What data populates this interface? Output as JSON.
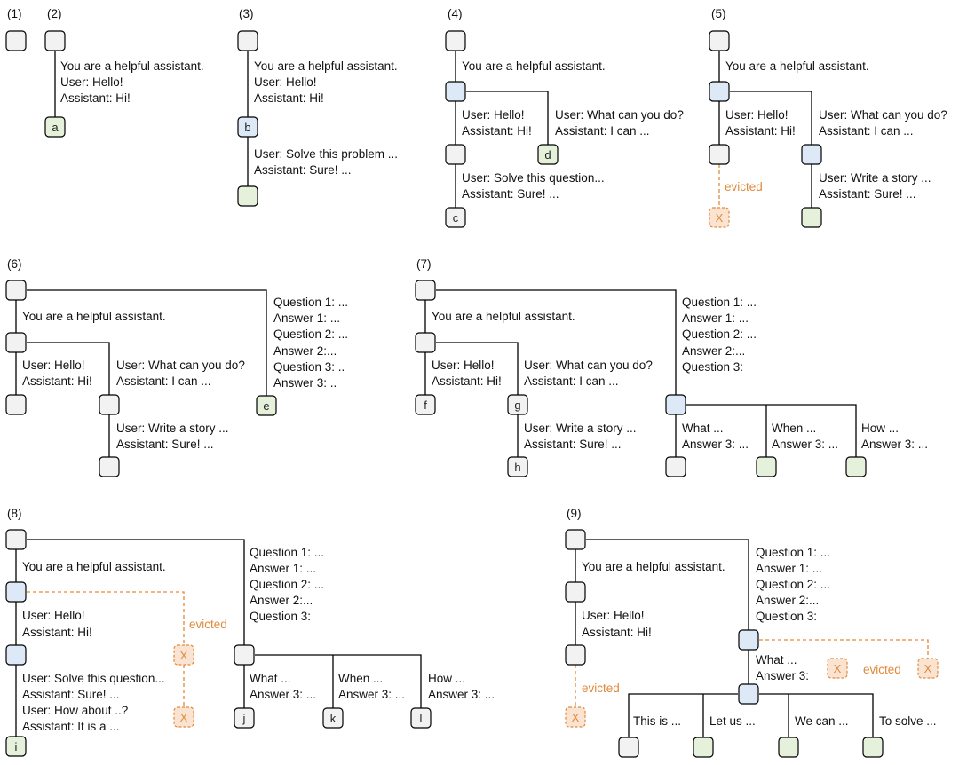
{
  "colors": {
    "node_default": "#f2f2f2",
    "node_blue": "#dde9f6",
    "node_green": "#e6f1dc",
    "node_evicted_fill": "#fbe3d2",
    "evicted_accent": "#e08a3c",
    "edge": "#000000"
  },
  "panels": [
    {
      "id": "p1",
      "label": "(1)"
    },
    {
      "id": "p2",
      "label": "(2)",
      "node_a": "a",
      "edge_text": [
        "You are a helpful assistant.",
        "User: Hello!",
        "Assistant: Hi!"
      ]
    },
    {
      "id": "p3",
      "label": "(3)",
      "node_b": "b",
      "edge_text_1": [
        "You are a helpful assistant.",
        "User: Hello!",
        "Assistant: Hi!"
      ],
      "edge_text_2": [
        "User: Solve this problem ...",
        "Assistant: Sure! ..."
      ]
    },
    {
      "id": "p4",
      "label": "(4)",
      "node_c": "c",
      "node_d": "d",
      "system": "You are a helpful assistant.",
      "left_text": [
        "User: Hello!",
        "Assistant: Hi!"
      ],
      "right_text": [
        "User: What can you do?",
        "Assistant: I can ..."
      ],
      "bottom_text": [
        "User: Solve this question...",
        "Assistant: Sure! ..."
      ]
    },
    {
      "id": "p5",
      "label": "(5)",
      "evicted": "evicted",
      "x_mark": "X",
      "system": "You are a helpful assistant.",
      "left_text": [
        "User: Hello!",
        "Assistant: Hi!"
      ],
      "right_text": [
        "User: What can you do?",
        "Assistant: I can ..."
      ],
      "right_bottom_text": [
        "User: Write a story ...",
        "Assistant: Sure! ..."
      ]
    },
    {
      "id": "p6",
      "label": "(6)",
      "node_e": "e",
      "system": "You are a helpful assistant.",
      "left_text": [
        "User: Hello!",
        "Assistant: Hi!"
      ],
      "mid_text": [
        "User: What can you do?",
        "Assistant: I can ..."
      ],
      "mid_bottom_text": [
        "User: Write a story ...",
        "Assistant: Sure! ..."
      ],
      "right_text": [
        "Question 1: ...",
        "Answer 1: ...",
        "Question 2: ...",
        "Answer 2:...",
        "Question 3: ..",
        "Answer 3: .."
      ]
    },
    {
      "id": "p7",
      "label": "(7)",
      "node_f": "f",
      "node_g": "g",
      "node_h": "h",
      "system": "You are a helpful assistant.",
      "left_text": [
        "User: Hello!",
        "Assistant: Hi!"
      ],
      "mid_text": [
        "User: What can you do?",
        "Assistant: I can ..."
      ],
      "mid_bottom_text": [
        "User: Write a story ...",
        "Assistant: Sure! ..."
      ],
      "right_text": [
        "Question 1: ...",
        "Answer 1: ...",
        "Question 2: ...",
        "Answer 2:...",
        "Question 3:"
      ],
      "branches": [
        [
          "What ...",
          "Answer 3: ..."
        ],
        [
          "When ...",
          "Answer 3: ..."
        ],
        [
          "How ...",
          "Answer 3: ..."
        ]
      ]
    },
    {
      "id": "p8",
      "label": "(8)",
      "node_i": "i",
      "node_j": "j",
      "node_k": "k",
      "node_l": "l",
      "evicted": "evicted",
      "x_mark": "X",
      "system": "You are a helpful assistant.",
      "left_text": [
        "User: Hello!",
        "Assistant: Hi!"
      ],
      "left_bottom_text": [
        "User: Solve this question...",
        "Assistant: Sure! ...",
        "User: How about ..?",
        "Assistant: It is a ..."
      ],
      "right_text": [
        "Question 1: ...",
        "Answer 1: ...",
        "Question 2: ...",
        "Answer 2:...",
        "Question 3:"
      ],
      "branches": [
        [
          "What ...",
          "Answer 3: ..."
        ],
        [
          "When ...",
          "Answer 3: ..."
        ],
        [
          "How ...",
          "Answer 3: ..."
        ]
      ]
    },
    {
      "id": "p9",
      "label": "(9)",
      "evicted": "evicted",
      "x_mark": "X",
      "system": "You are a helpful assistant.",
      "left_text": [
        "User: Hello!",
        "Assistant: Hi!"
      ],
      "right_text": [
        "Question 1: ...",
        "Answer 1: ...",
        "Question 2: ...",
        "Answer 2:...",
        "Question 3:"
      ],
      "mid_text": [
        "What ...",
        "Answer 3:"
      ],
      "branches": [
        "This is ...",
        "Let us ...",
        "We can ...",
        "To solve ..."
      ]
    }
  ]
}
